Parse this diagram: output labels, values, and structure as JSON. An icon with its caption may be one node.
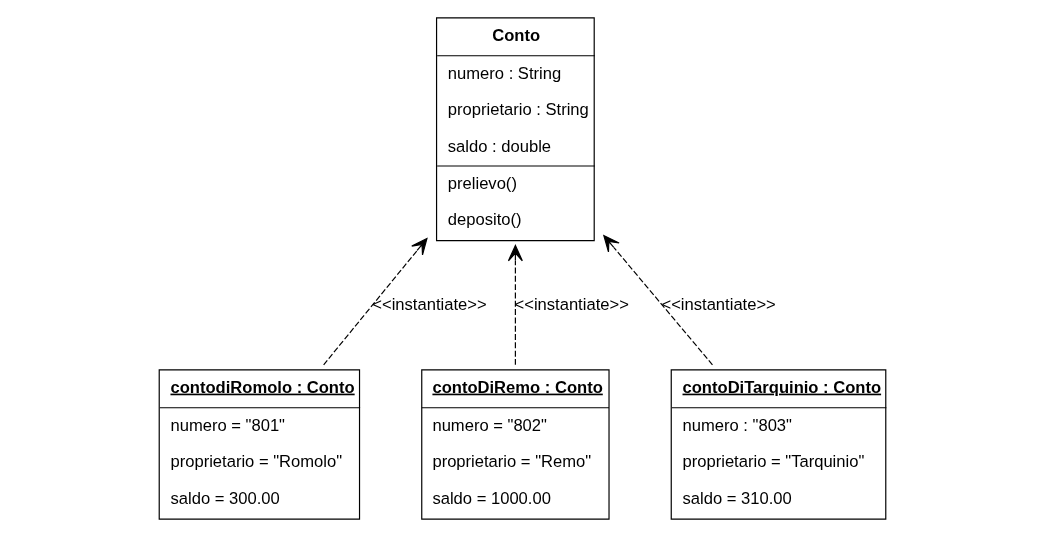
{
  "diagram": {
    "nodes": [
      {
        "text": [
          "Conto",
          "numero : String",
          "proprietario : String",
          "saldo : double",
          "prelievo()",
          "deposito()"
        ]
      },
      {
        "text": [
          "contodiRomolo : Conto",
          "numero = \"801\"",
          "proprietario = \"Romolo\"",
          "saldo = 300.00"
        ]
      },
      {
        "text": [
          "contoDiRemo : Conto",
          "numero = \"802\"",
          "proprietario = \"Remo\"",
          "saldo = 1000.00"
        ]
      },
      {
        "text": [
          "contoDiTarquinio : Conto",
          "numero : \"803\"",
          "proprietario = \"Tarquinio\"",
          "saldo = 310.00"
        ]
      }
    ],
    "edges": [
      {
        "from": 1,
        "to": 0,
        "arrow": "to",
        "style": "dashed",
        "label": "<<instantiate>>"
      },
      {
        "from": 2,
        "to": 0,
        "arrow": "to",
        "style": "dashed",
        "label": "<<instantiate>>"
      },
      {
        "from": 3,
        "to": 0,
        "arrow": "to",
        "style": "dashed",
        "label": "<<instantiate>>"
      }
    ]
  }
}
